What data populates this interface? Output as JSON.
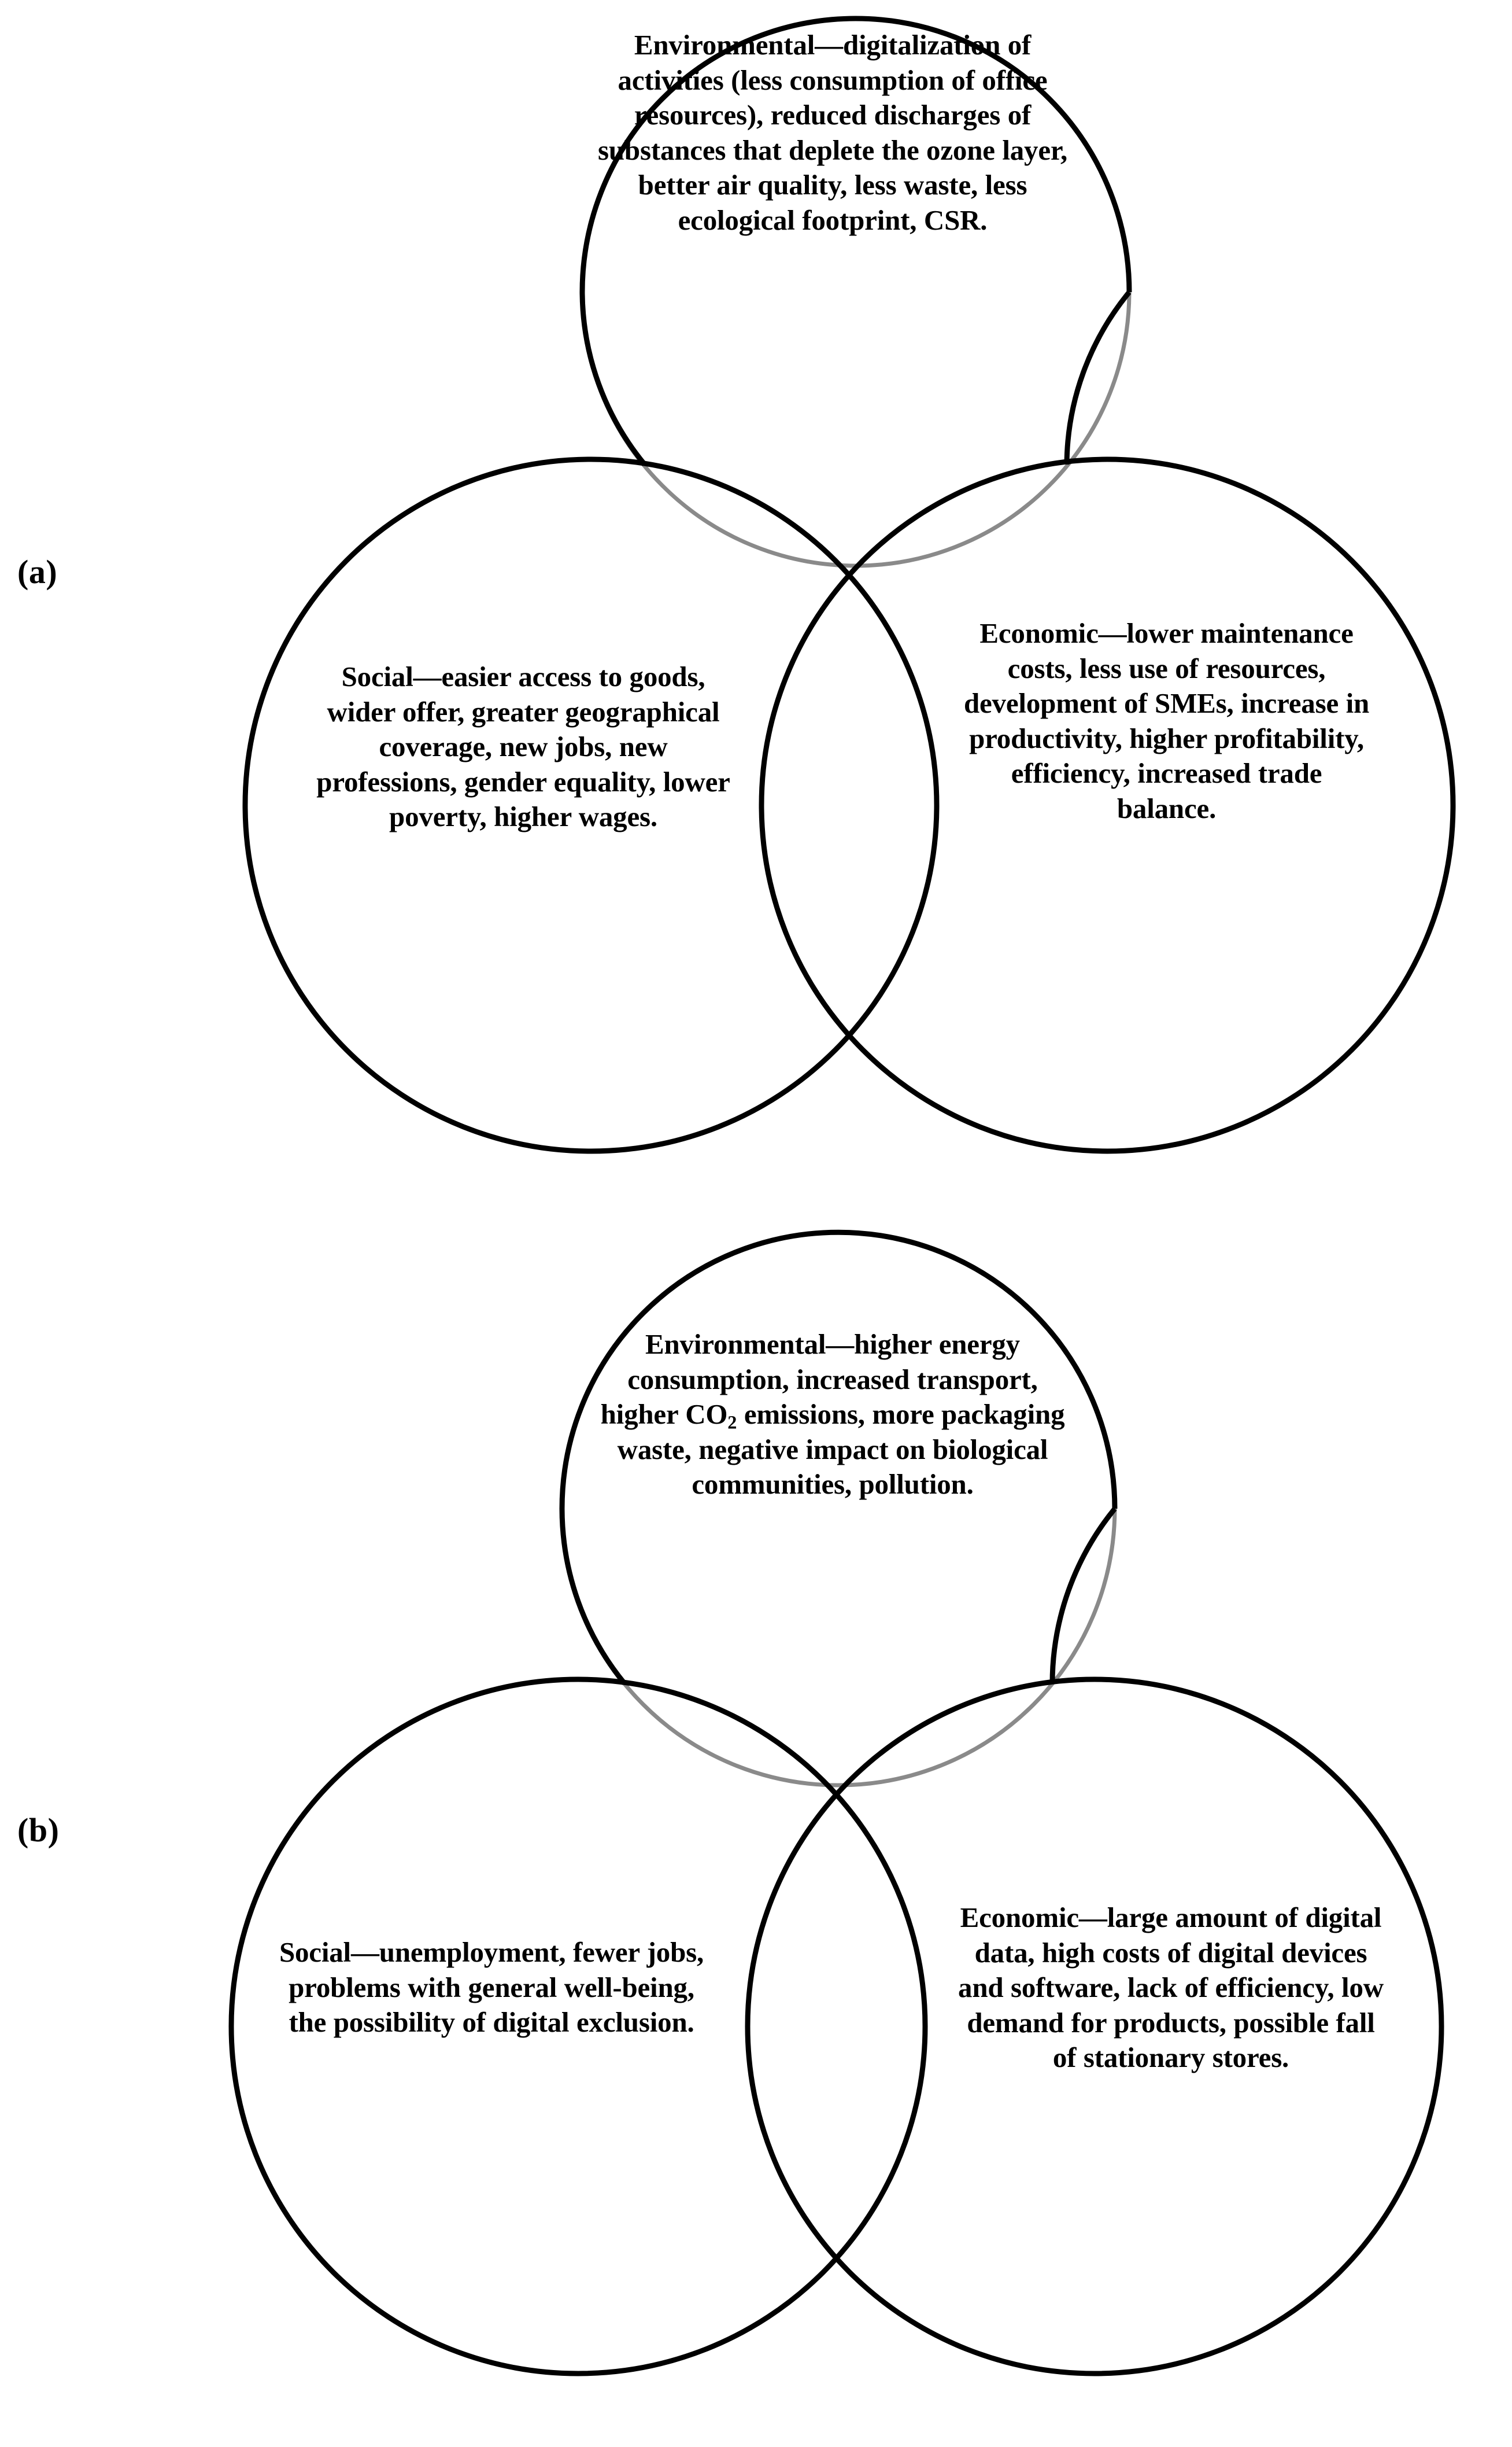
{
  "figure": {
    "panels": [
      {
        "label": "(a)",
        "label_name": "panel-label-a",
        "circles": {
          "environmental": {
            "text": "Environmental—digitalization of activities (less consumption of office resources), reduced discharges of substances that deplete the ozone layer, better air quality, less waste, less ecological footprint, CSR.",
            "title": "Environmental",
            "items": [
              "digitalization of activities (less consumption of office resources)",
              "reduced discharges of substances that deplete the ozone layer",
              "better air quality",
              "less waste",
              "less ecological footprint",
              "CSR"
            ]
          },
          "social": {
            "text": "Social—easier access to goods, wider offer, greater geographical coverage, new jobs, new professions, gender equality, lower poverty, higher wages.",
            "title": "Social",
            "items": [
              "easier access to goods",
              "wider offer",
              "greater geographical coverage",
              "new jobs",
              "new professions",
              "gender equality",
              "lower poverty",
              "higher wages"
            ]
          },
          "economic": {
            "text": "Economic—lower maintenance costs, less use of resources, development of SMEs, increase in productivity, higher profitability, efficiency, increased trade balance.",
            "title": "Economic",
            "items": [
              "lower maintenance costs",
              "less use of resources",
              "development of SMEs",
              "increase in productivity",
              "higher profitability",
              "efficiency",
              "increased trade balance"
            ]
          }
        }
      },
      {
        "label": "(b)",
        "label_name": "panel-label-b",
        "circles": {
          "environmental": {
            "text_before_sub": "Environmental—higher energy consumption, increased transport, higher CO",
            "text_sub": "2",
            "text_after_sub": " emissions, more packaging waste, negative impact on biological communities, pollution.",
            "title": "Environmental",
            "items": [
              "higher energy consumption",
              "increased transport",
              "higher CO2 emissions",
              "more packaging waste",
              "negative impact on biological communities",
              "pollution"
            ]
          },
          "social": {
            "text": "Social—unemployment, fewer jobs, problems with general well-being, the possibility of digital exclusion.",
            "title": "Social",
            "items": [
              "unemployment",
              "fewer jobs",
              "problems with general well-being",
              "the possibility of digital exclusion"
            ]
          },
          "economic": {
            "text": "Economic—large amount of digital data, high costs of digital devices and software, lack of efficiency, low demand for products, possible fall of stationary stores.",
            "title": "Economic",
            "items": [
              "large amount of digital data",
              "high costs of digital devices and software",
              "lack of efficiency",
              "low demand for products",
              "possible fall of stationary stores"
            ]
          }
        }
      }
    ],
    "colors": {
      "outline_front": "#000000",
      "outline_back": "#8a8a8a",
      "background": "#ffffff",
      "text": "#000000"
    }
  }
}
